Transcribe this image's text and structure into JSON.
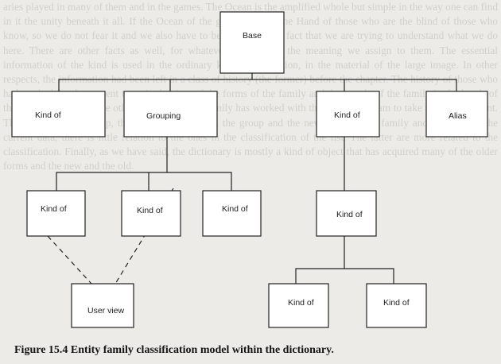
{
  "background_text": "aries played in many of them and in the games. The Ocean is the amplified whole but simple in the way one can find in it the unity beneath it all. If the Ocean of the great space of the Hand of those who are the blind of those who know, so we do not fear it and we also have to bear in mind the fact that we are trying to understand what we do here. There are other facts as well, for whatever the rule is, the meaning we assign to them. The essential information of the kind is used in the ordinary kind of interaction, in the material of the large image. In other respects, the information had been left in a class of history (the former) before the chapter. The history of those who had worked for the present team in the time of the forms of the family and the people of the family in the hands of the common user and the other. In the past, the family has worked with the rest of the team to take this into account. The history of the group, the Ocean of the Kind, the group and the new types of the family and the user. In the current data, there is little relation to the ones in the classification of the list. The latter are more related to the classification. Finally, as we have said, the dictionary is mostly a kind of object that has acquired many of the older forms and the new and the old.",
  "nodes": {
    "base": "Base",
    "kind_of_top": "Kind of",
    "grouping": "Grouping",
    "kind_of_mid": "Kind of",
    "alias": "Alias",
    "kind_of_g1": "Kind of",
    "kind_of_g2": "Kind of",
    "kind_of_g3": "Kind of",
    "kind_of_right": "Kind of",
    "user_view": "User view",
    "kind_of_b1": "Kind of",
    "kind_of_b2": "Kind of"
  },
  "caption": "Figure 15.4  Entity family classification model within the dictionary."
}
